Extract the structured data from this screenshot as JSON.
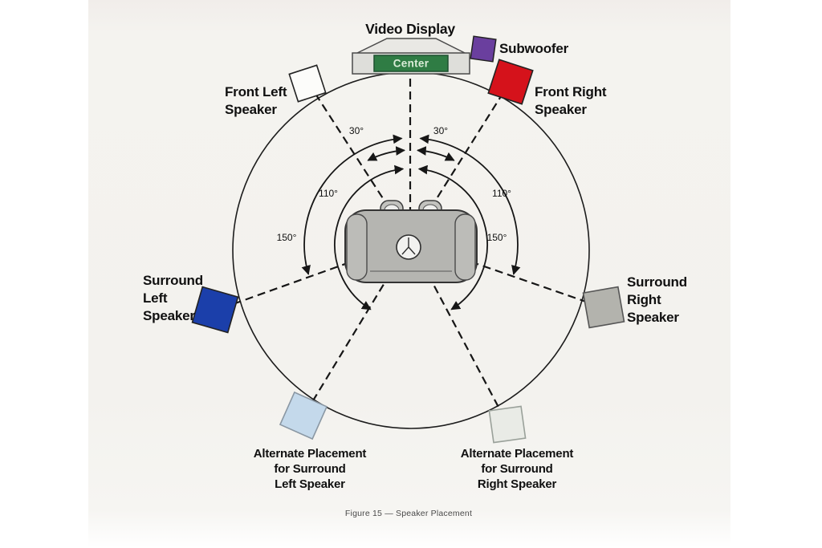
{
  "diagram": {
    "title": "Video Display",
    "caption": "Figure 15 — Speaker Placement",
    "center_speaker": {
      "label": "Center",
      "color": "#2f7c44"
    },
    "speakers": {
      "subwoofer": {
        "label": "Subwoofer",
        "color": "#6a3f9e"
      },
      "front_left": {
        "label": "Front Left\nSpeaker",
        "color": "#fcfcfa"
      },
      "front_right": {
        "label": "Front Right\nSpeaker",
        "color": "#d5121b"
      },
      "surround_left": {
        "label": "Surround\nLeft\nSpeaker",
        "color": "#1b3faa"
      },
      "surround_right": {
        "label": "Surround\nRight\nSpeaker",
        "color": "#b3b3ad"
      },
      "alternate_left": {
        "label": "Alternate Placement\nfor Surround\nLeft Speaker",
        "color": "#c4d9eb"
      },
      "alternate_right": {
        "label": "Alternate Placement\nfor Surround\nRight Speaker",
        "color": "#e9ebe6"
      }
    },
    "angles": {
      "front": "30°",
      "surround": "110°",
      "alternate": "150°"
    }
  }
}
